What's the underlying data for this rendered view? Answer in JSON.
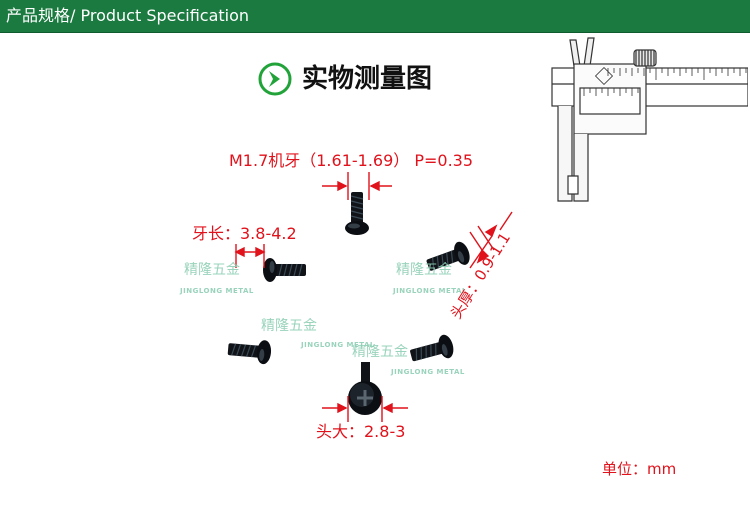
{
  "header": {
    "title": "产品规格/ Product Specification",
    "bg_color": "#1b7a40"
  },
  "section": {
    "title": "实物测量图",
    "icon": "chevron-right-circle-icon",
    "icon_color": "#22a33a"
  },
  "annotations": {
    "pitch": "M1.7机牙（1.61-1.69） P=0.35",
    "thread_length": "牙长：3.8-4.2",
    "head_thickness": "头厚：0.9-1.1",
    "head_diameter": "头大：2.8-3",
    "color": "#e0121b"
  },
  "watermark": {
    "cn": "精隆五金",
    "en": "JINGLONG METAL",
    "color": "#8fcfb5"
  },
  "unit": "单位：mm",
  "icons": {
    "caliper": "vernier-caliper-icon",
    "screw": "phillips-screw-icon"
  }
}
